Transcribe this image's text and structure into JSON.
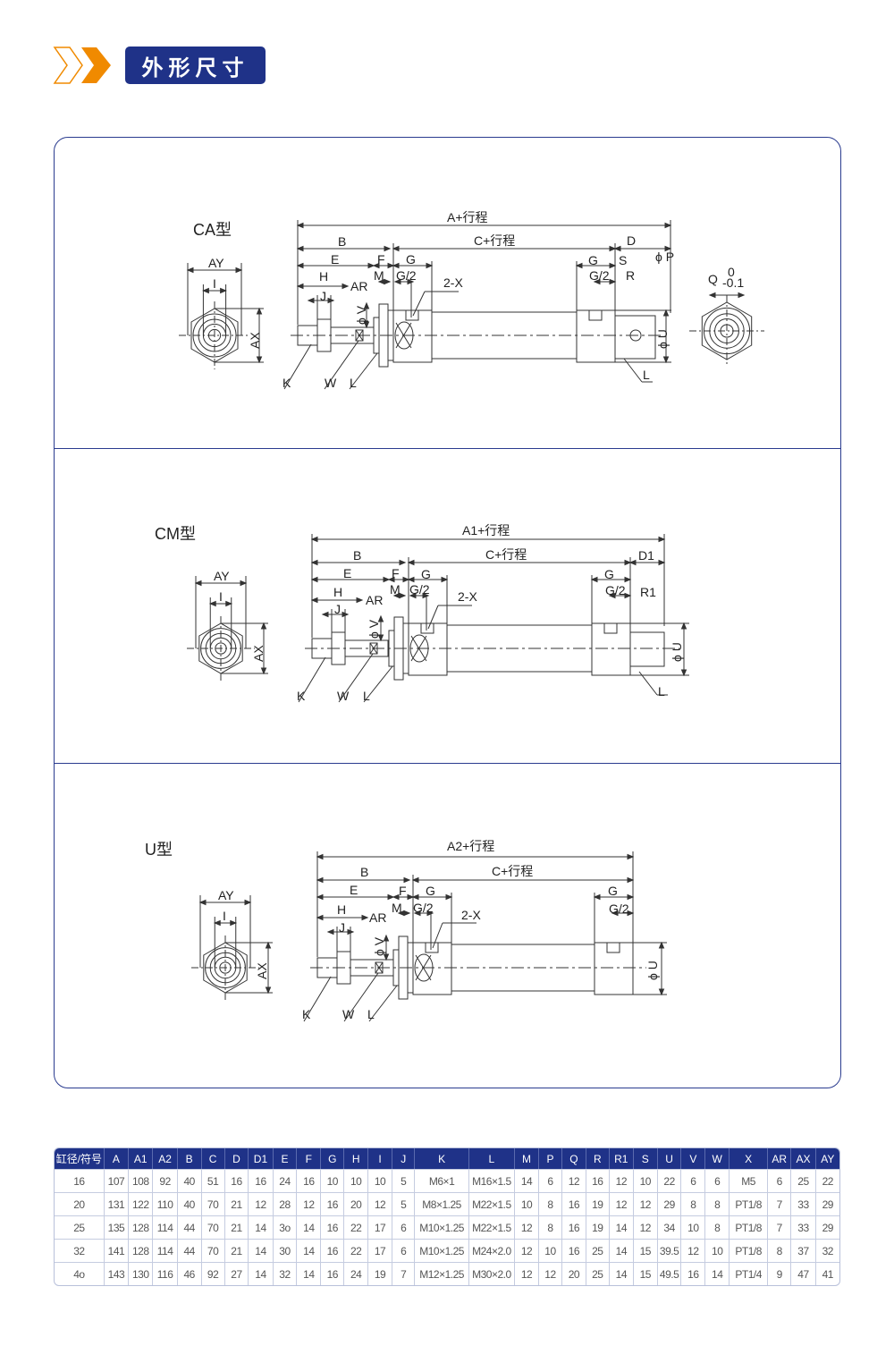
{
  "header": {
    "title": "外形尺寸",
    "accent_color": "#f08a00",
    "brand_color": "#1f3288",
    "icon": "double-chevron-right-icon"
  },
  "diagrams": {
    "ca": {
      "title": "CA型",
      "labels": {
        "A": "A+行程",
        "B": "B",
        "C": "C+行程",
        "D": "D",
        "E": "E",
        "F": "F",
        "G": "G",
        "H": "H",
        "M": "M",
        "G2": "G/2",
        "AR": "AR",
        "J": "J",
        "X": "2-X",
        "G_r": "G",
        "S": "S",
        "G2_r": "G/2",
        "R": "R",
        "P": "ϕ P",
        "U": "ϕ U",
        "V": "ϕ V",
        "K": "K",
        "W": "W",
        "L": "L",
        "L_r": "L",
        "AY": "AY",
        "I": "I",
        "AX": "AX",
        "Q": "Q",
        "Q_upper": "0",
        "Q_lower": "-0.1"
      }
    },
    "cm": {
      "title": "CM型",
      "labels": {
        "A": "A1+行程",
        "B": "B",
        "C": "C+行程",
        "D": "D1",
        "E": "E",
        "F": "F",
        "G": "G",
        "H": "H",
        "M": "M",
        "G2": "G/2",
        "AR": "AR",
        "J": "J",
        "X": "2-X",
        "G_r": "G",
        "G2_r": "G/2",
        "R": "R1",
        "U": "ϕ U",
        "V": "ϕ V",
        "K": "K",
        "W": "W",
        "L": "L",
        "L_r": "L",
        "AY": "AY",
        "I": "I",
        "AX": "AX"
      }
    },
    "u": {
      "title": "U型",
      "labels": {
        "A": "A2+行程",
        "B": "B",
        "C": "C+行程",
        "E": "E",
        "F": "F",
        "G": "G",
        "H": "H",
        "M": "M",
        "G2": "G/2",
        "AR": "AR",
        "J": "J",
        "X": "2-X",
        "G_r": "G",
        "G2_r": "G/2",
        "U": "ϕ U",
        "V": "ϕ V",
        "K": "K",
        "W": "W",
        "L": "L",
        "AY": "AY",
        "I": "I",
        "AX": "AX"
      }
    }
  },
  "table": {
    "headers": [
      "缸径/符号",
      "A",
      "A1",
      "A2",
      "B",
      "C",
      "D",
      "D1",
      "E",
      "F",
      "G",
      "H",
      "I",
      "J",
      "K",
      "L",
      "M",
      "P",
      "Q",
      "R",
      "R1",
      "S",
      "U",
      "V",
      "W",
      "X",
      "AR",
      "AX",
      "AY"
    ],
    "rows": [
      [
        "16",
        "107",
        "108",
        "92",
        "40",
        "51",
        "16",
        "16",
        "24",
        "16",
        "10",
        "10",
        "10",
        "5",
        "M6×1",
        "M16×1.5",
        "14",
        "6",
        "12",
        "16",
        "12",
        "10",
        "22",
        "6",
        "6",
        "M5",
        "6",
        "25",
        "22"
      ],
      [
        "20",
        "131",
        "122",
        "110",
        "40",
        "70",
        "21",
        "12",
        "28",
        "12",
        "16",
        "20",
        "12",
        "5",
        "M8×1.25",
        "M22×1.5",
        "10",
        "8",
        "16",
        "19",
        "12",
        "12",
        "29",
        "8",
        "8",
        "PT1/8",
        "7",
        "33",
        "29"
      ],
      [
        "25",
        "135",
        "128",
        "114",
        "44",
        "70",
        "21",
        "14",
        "3o",
        "14",
        "16",
        "22",
        "17",
        "6",
        "M10×1.25",
        "M22×1.5",
        "12",
        "8",
        "16",
        "19",
        "14",
        "12",
        "34",
        "10",
        "8",
        "PT1/8",
        "7",
        "33",
        "29"
      ],
      [
        "32",
        "141",
        "128",
        "114",
        "44",
        "70",
        "21",
        "14",
        "30",
        "14",
        "16",
        "22",
        "17",
        "6",
        "M10×1.25",
        "M24×2.0",
        "12",
        "10",
        "16",
        "25",
        "14",
        "15",
        "39.5",
        "12",
        "10",
        "PT1/8",
        "8",
        "37",
        "32"
      ],
      [
        "4o",
        "143",
        "130",
        "116",
        "46",
        "92",
        "27",
        "14",
        "32",
        "14",
        "16",
        "24",
        "19",
        "7",
        "M12×1.25",
        "M30×2.0",
        "12",
        "12",
        "20",
        "25",
        "14",
        "15",
        "49.5",
        "16",
        "14",
        "PT1/4",
        "9",
        "47",
        "41"
      ]
    ]
  }
}
